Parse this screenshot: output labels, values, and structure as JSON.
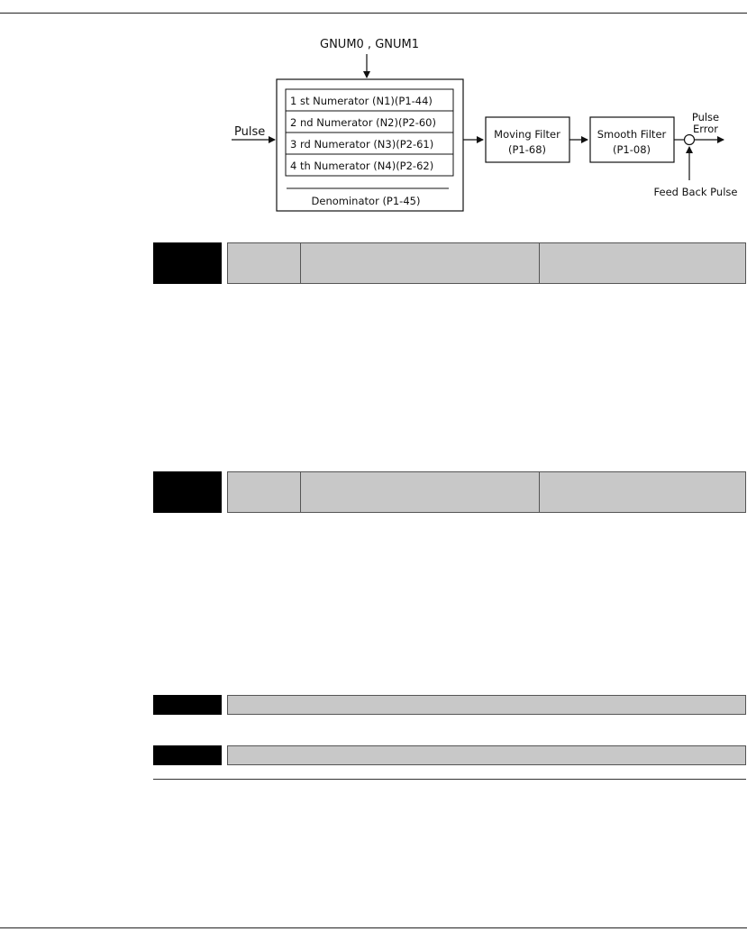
{
  "diagram": {
    "gear_select_label": "GNUM0 , GNUM1",
    "input_label": "Pulse",
    "numerators": [
      "1 st Numerator (N1)(P1-44)",
      "2 nd Numerator (N2)(P2-60)",
      "3 rd Numerator (N3)(P2-61)",
      "4 th Numerator (N4)(P2-62)"
    ],
    "denominator": "Denominator (P1-45)",
    "moving_filter": {
      "line1": "Moving Filter",
      "line2": "(P1-68)"
    },
    "smooth_filter": {
      "line1": "Smooth Filter",
      "line2": "(P1-08)"
    },
    "pulse_error": {
      "line1": "Pulse",
      "line2": "Error"
    },
    "feedback_label": "Feed Back Pulse"
  }
}
